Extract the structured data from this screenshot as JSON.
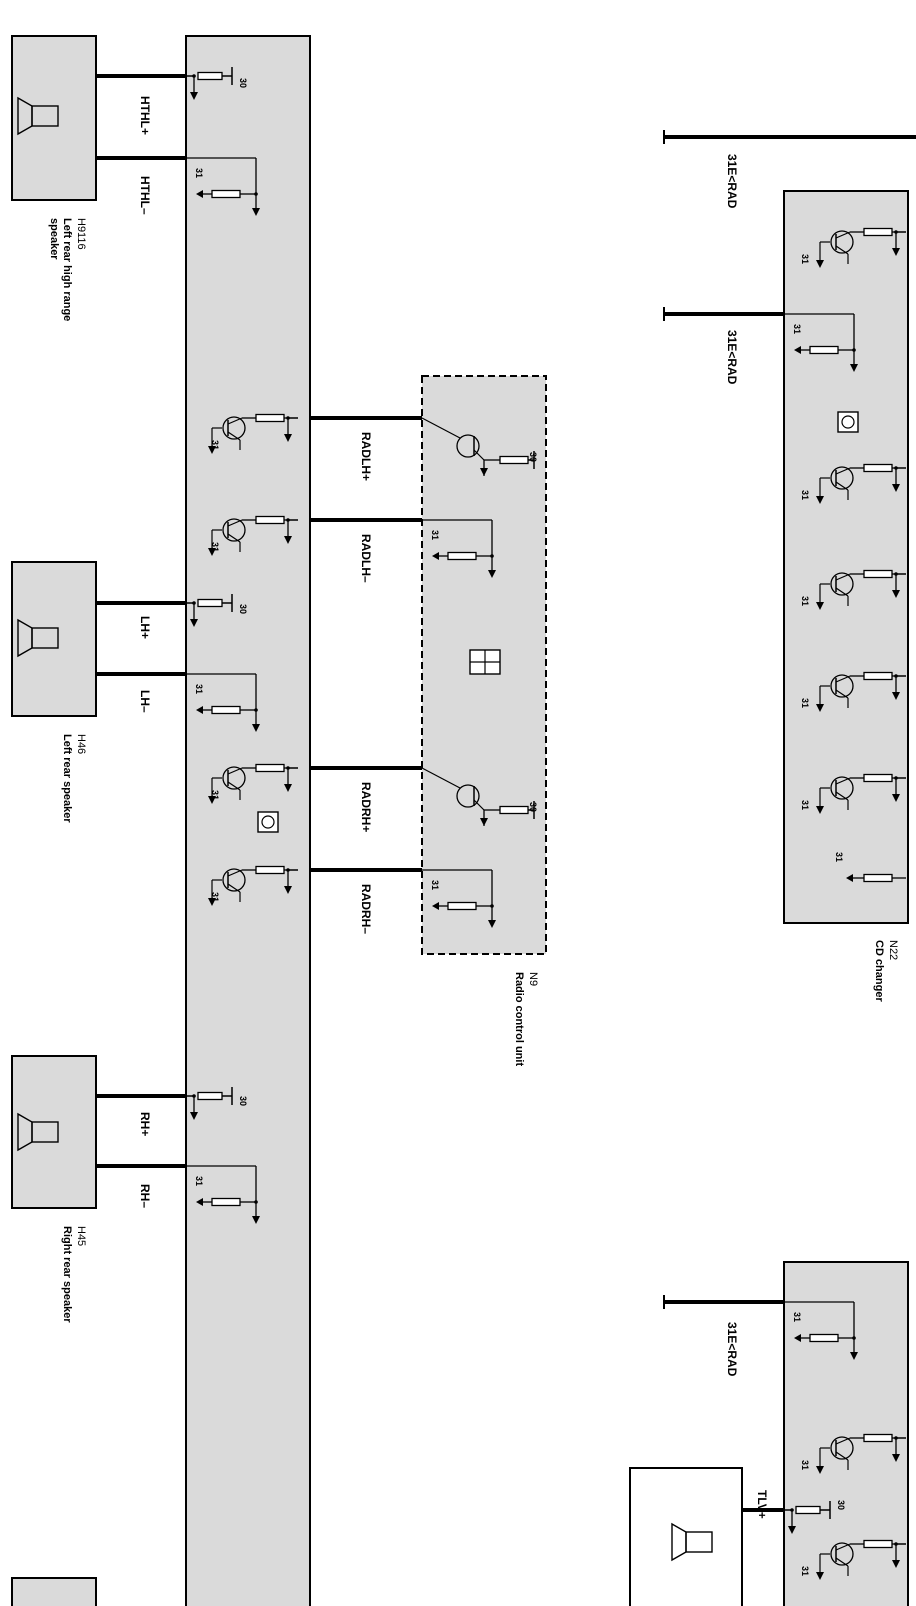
{
  "colors": {
    "module_fill": "#dadada",
    "line": "#000000",
    "speaker_fill": "#dadada",
    "background": "#ffffff"
  },
  "components": {
    "h9116": {
      "id": "H9116",
      "name": "Left rear high range speaker",
      "name_l1": "Left rear high range",
      "name_l2": "speaker"
    },
    "h46": {
      "id": "H46",
      "name": "Left rear speaker"
    },
    "h45": {
      "id": "H45",
      "name": "Right rear speaker"
    },
    "n9": {
      "id": "N9",
      "name": "Radio control unit"
    },
    "n22": {
      "id": "N22",
      "name": "CD changer"
    }
  },
  "wires": {
    "hthl_plus": "HTHL+",
    "hthl_minus": "HTHL–",
    "radlh_plus": "RADLH+",
    "radlh_minus": "RADLH–",
    "lh_plus": "LH+",
    "lh_minus": "LH–",
    "radrh_plus": "RADRH+",
    "radrh_minus": "RADRH–",
    "rh_plus": "RH+",
    "rh_minus": "RH–",
    "tlv_plus": "TLV+",
    "ground_rad": "31E<RAD"
  },
  "terminals": {
    "t30": "30",
    "t31": "31"
  }
}
